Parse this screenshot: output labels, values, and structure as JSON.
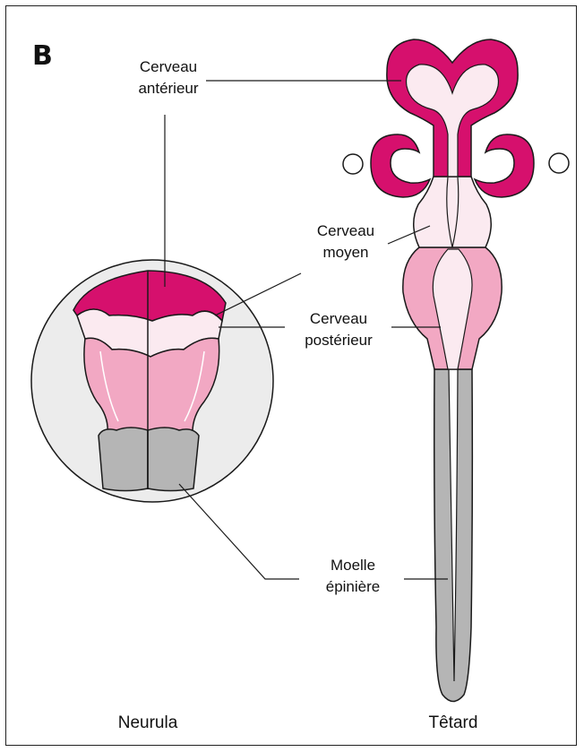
{
  "panel_letter": "B",
  "labels": {
    "forebrain": [
      "Cerveau",
      "antérieur"
    ],
    "midbrain": [
      "Cerveau",
      "moyen"
    ],
    "hindbrain": [
      "Cerveau",
      "postérieur"
    ],
    "spinal_cord": [
      "Moelle",
      "épinière"
    ]
  },
  "captions": {
    "left": "Neurula",
    "right": "Têtard"
  },
  "colors": {
    "forebrain": "#d6106d",
    "midbrain": "#fbeaf0",
    "hindbrain": "#f2a8c3",
    "spinal_cord": "#b5b5b5",
    "embryo": "#ececec",
    "eye": "#ffffff",
    "outline": "#1a1a1a"
  }
}
